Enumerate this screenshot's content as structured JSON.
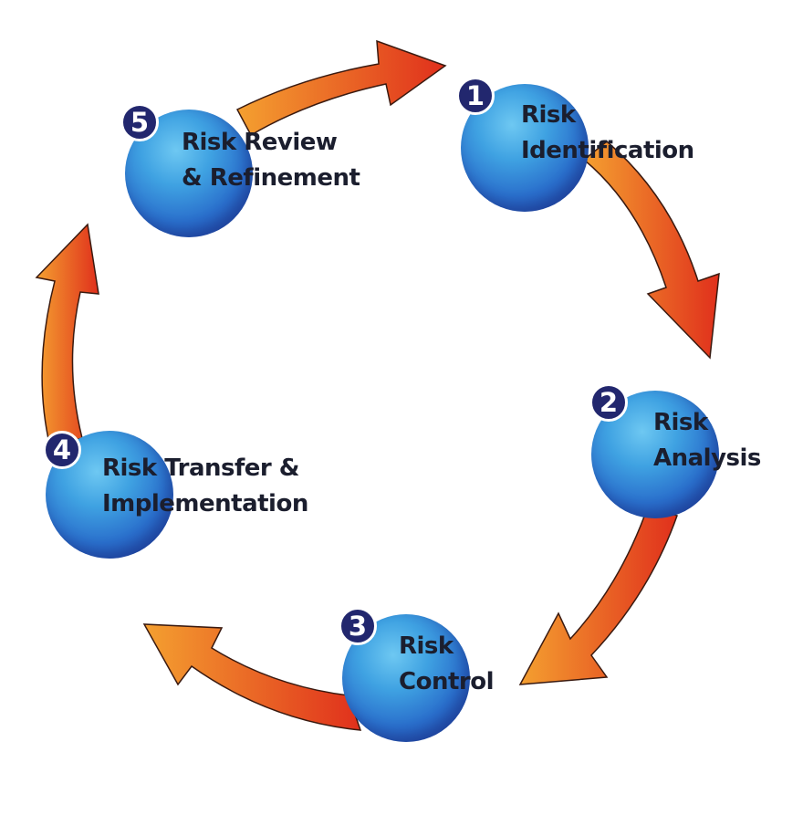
{
  "steps": [
    {
      "number": "1",
      "line1": "Risk",
      "line2": "Identification"
    },
    {
      "number": "2",
      "line1": "Risk",
      "line2": "Analysis"
    },
    {
      "number": "3",
      "line1": "Risk",
      "line2": "Control"
    },
    {
      "number": "4",
      "line1": "Risk Transfer &",
      "line2": "Implementation"
    },
    {
      "number": "5",
      "line1": "Risk Review",
      "line2": "& Refinement"
    }
  ],
  "colors": {
    "arrow_start": "#f4a030",
    "arrow_end": "#e0301c",
    "badge": "#22276e",
    "sphere_light": "#6ec8f2",
    "sphere_dark": "#1e3ea8",
    "text": "#1b1e2e"
  }
}
